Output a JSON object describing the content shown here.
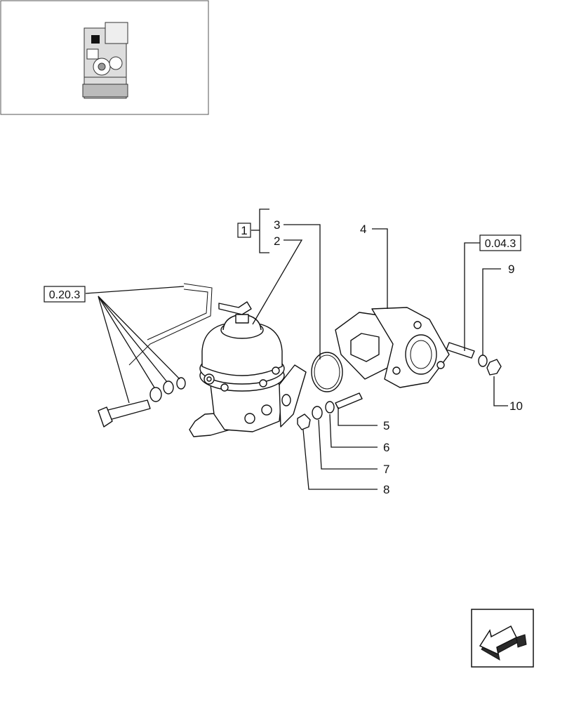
{
  "callouts": {
    "n1": "1",
    "n2": "2",
    "n3": "3",
    "n4": "4",
    "n5": "5",
    "n6": "6",
    "n7": "7",
    "n8": "8",
    "n9": "9",
    "n10": "10"
  },
  "references": {
    "left_ref": "0.20.3",
    "right_ref": "0.04.3"
  },
  "icons": {
    "thumbnail": "engine-thumbnail-icon",
    "nav": "back-arrow-icon"
  }
}
